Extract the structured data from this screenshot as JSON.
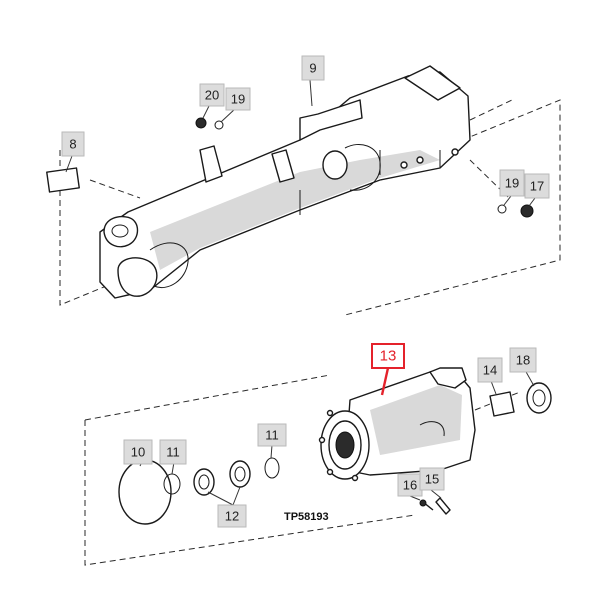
{
  "figure_code": "TP58193",
  "callouts": [
    {
      "label": "9"
    },
    {
      "label": "20"
    },
    {
      "label": "19"
    },
    {
      "label": "8"
    },
    {
      "label": "19"
    },
    {
      "label": "17"
    },
    {
      "label": "13",
      "highlighted": true
    },
    {
      "label": "14"
    },
    {
      "label": "18"
    },
    {
      "label": "10"
    },
    {
      "label": "11"
    },
    {
      "label": "11"
    },
    {
      "label": "12"
    },
    {
      "label": "16"
    },
    {
      "label": "15"
    }
  ],
  "colors": {
    "highlight": "#e4222b",
    "callout_fill": "#dcdcdc"
  }
}
